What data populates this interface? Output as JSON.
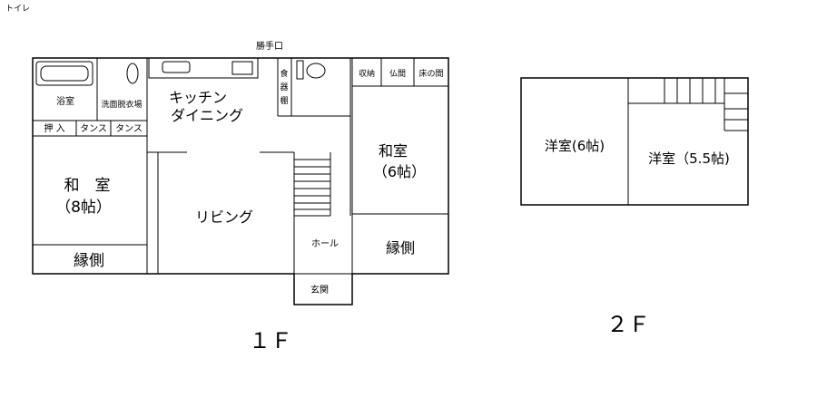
{
  "corner_label": "トイレ",
  "floor1": {
    "label": "１Ｆ",
    "rooms": {
      "back_door": "勝手口",
      "bath": "浴室",
      "washroom": "洗面脱衣場",
      "kitchen_line1": "キッチン",
      "kitchen_line2": "ダイニング",
      "cupboard": [
        "食",
        "器",
        "棚"
      ],
      "storage": "収納",
      "altar_room": "仏間",
      "alcove": "床の間",
      "oshiire": "押 入",
      "tansu1": "タンス",
      "tansu2": "タンス",
      "washitsu8_line1": "和　室",
      "washitsu8_line2": "（8帖）",
      "living": "リビング",
      "washitsu6_line1": "和室",
      "washitsu6_line2": "（6帖）",
      "hall": "ホール",
      "engawa_left": "縁側",
      "engawa_right": "縁側",
      "entrance": "玄関"
    }
  },
  "floor2": {
    "label": "２Ｆ",
    "rooms": {
      "western_6": "洋室(6帖)",
      "western_55": "洋室（5.5帖)"
    }
  }
}
